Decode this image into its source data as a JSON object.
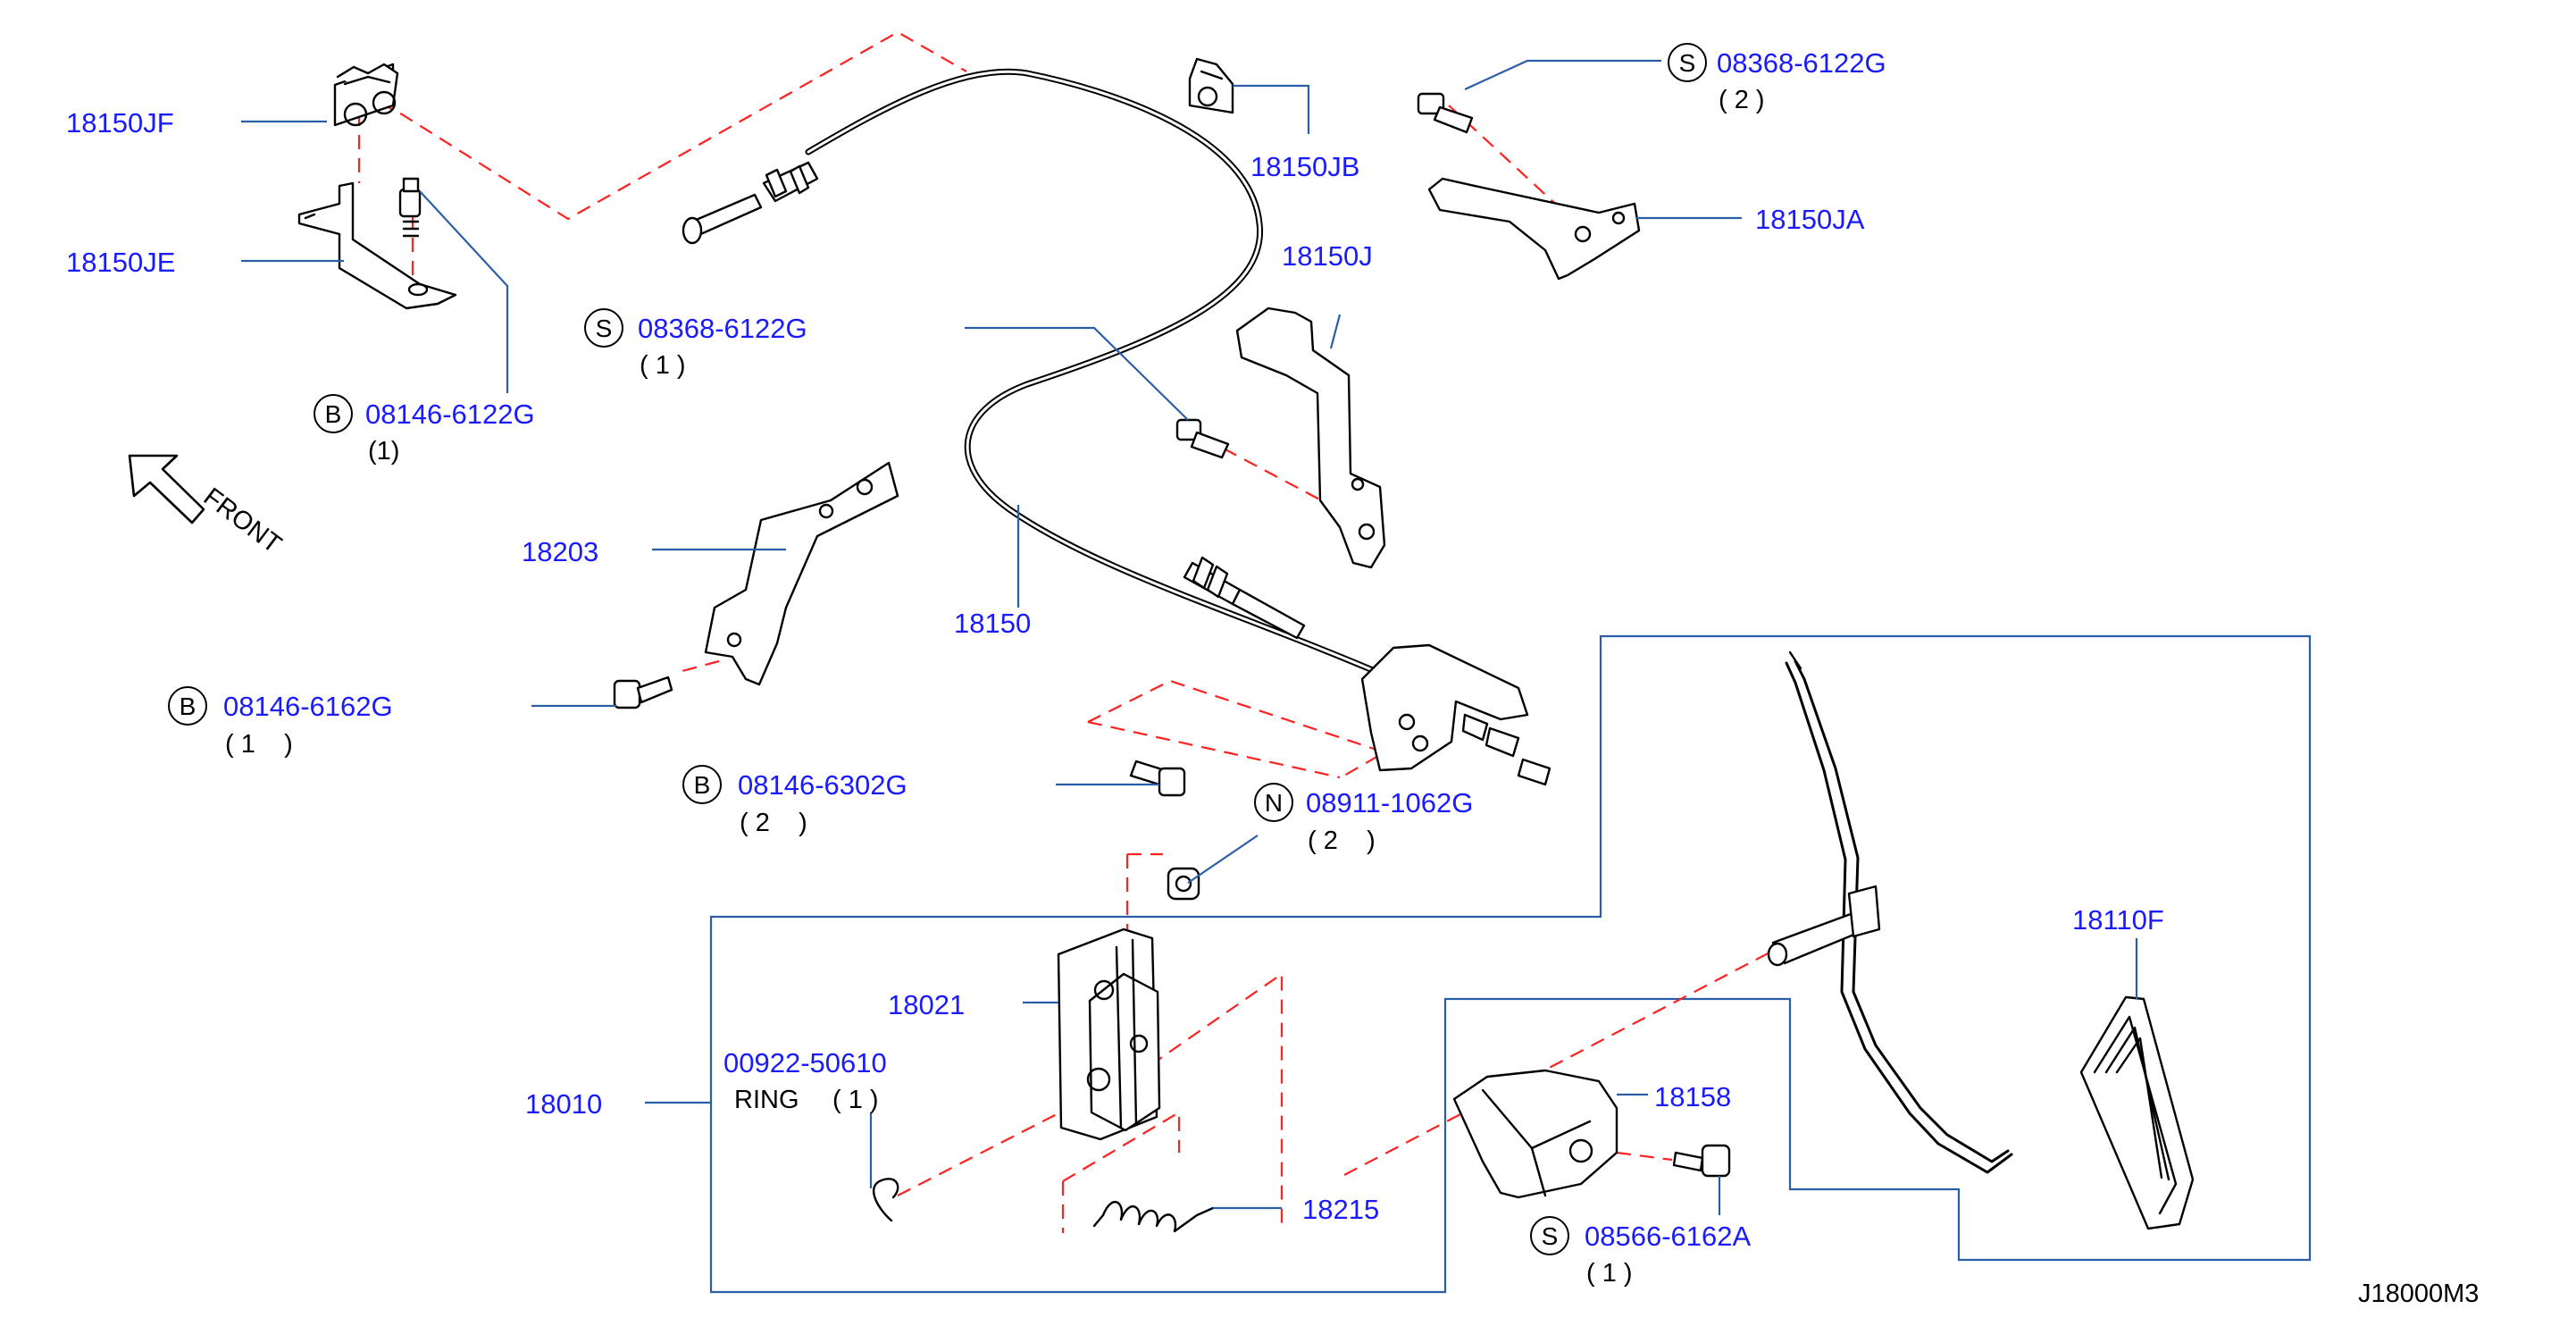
{
  "diagram_id": "J18000M3",
  "direction_label": "FRONT",
  "parts": {
    "p18150JF": "18150JF",
    "p18150JE": "18150JE",
    "p18150JB": "18150JB",
    "p18150JA": "18150JA",
    "p18150J": "18150J",
    "p18203": "18203",
    "p18150": "18150",
    "p18021": "18021",
    "p18010": "18010",
    "p18215": "18215",
    "p18158": "18158",
    "p18110F": "18110F",
    "ring_pn": "00922-50610",
    "ring_label": "RING",
    "ring_qty": "( 1 )"
  },
  "fasteners": [
    {
      "prefix": "S",
      "part": "08368-6122G",
      "qty": "( 2 )"
    },
    {
      "prefix": "S",
      "part": "08368-6122G",
      "qty": "( 1 )"
    },
    {
      "prefix": "B",
      "part": "08146-6122G",
      "qty": "(1)"
    },
    {
      "prefix": "B",
      "part": "08146-6162G",
      "qty": "( 1    )"
    },
    {
      "prefix": "B",
      "part": "08146-6302G",
      "qty": "( 2    )"
    },
    {
      "prefix": "N",
      "part": "08911-1062G",
      "qty": "( 2    )"
    },
    {
      "prefix": "S",
      "part": "08566-6162A",
      "qty": "( 1 )"
    }
  ]
}
